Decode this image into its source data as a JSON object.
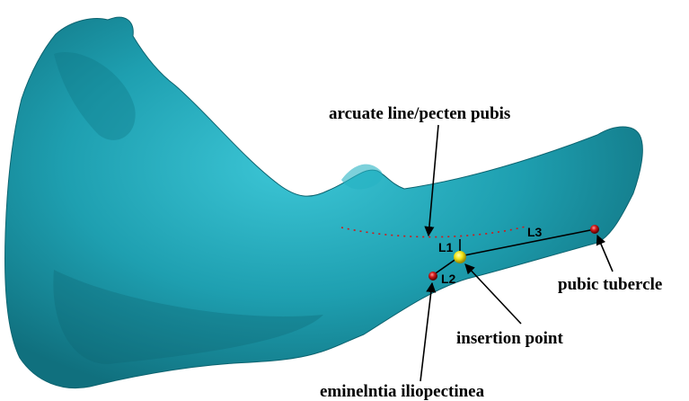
{
  "figure": {
    "bone_color": "#1e9fb0",
    "labels": {
      "arcuate": "arcuate line/pecten pubis",
      "pubic_tubercle": "pubic tubercle",
      "insertion_point": "insertion point",
      "eminentia": "eminelntia iliopectinea"
    },
    "segment_labels": {
      "l1": "L1",
      "l2": "L2",
      "l3": "L3"
    },
    "landmark_colors": {
      "red": "#d01a1a",
      "yellow": "#f2e51a"
    }
  }
}
